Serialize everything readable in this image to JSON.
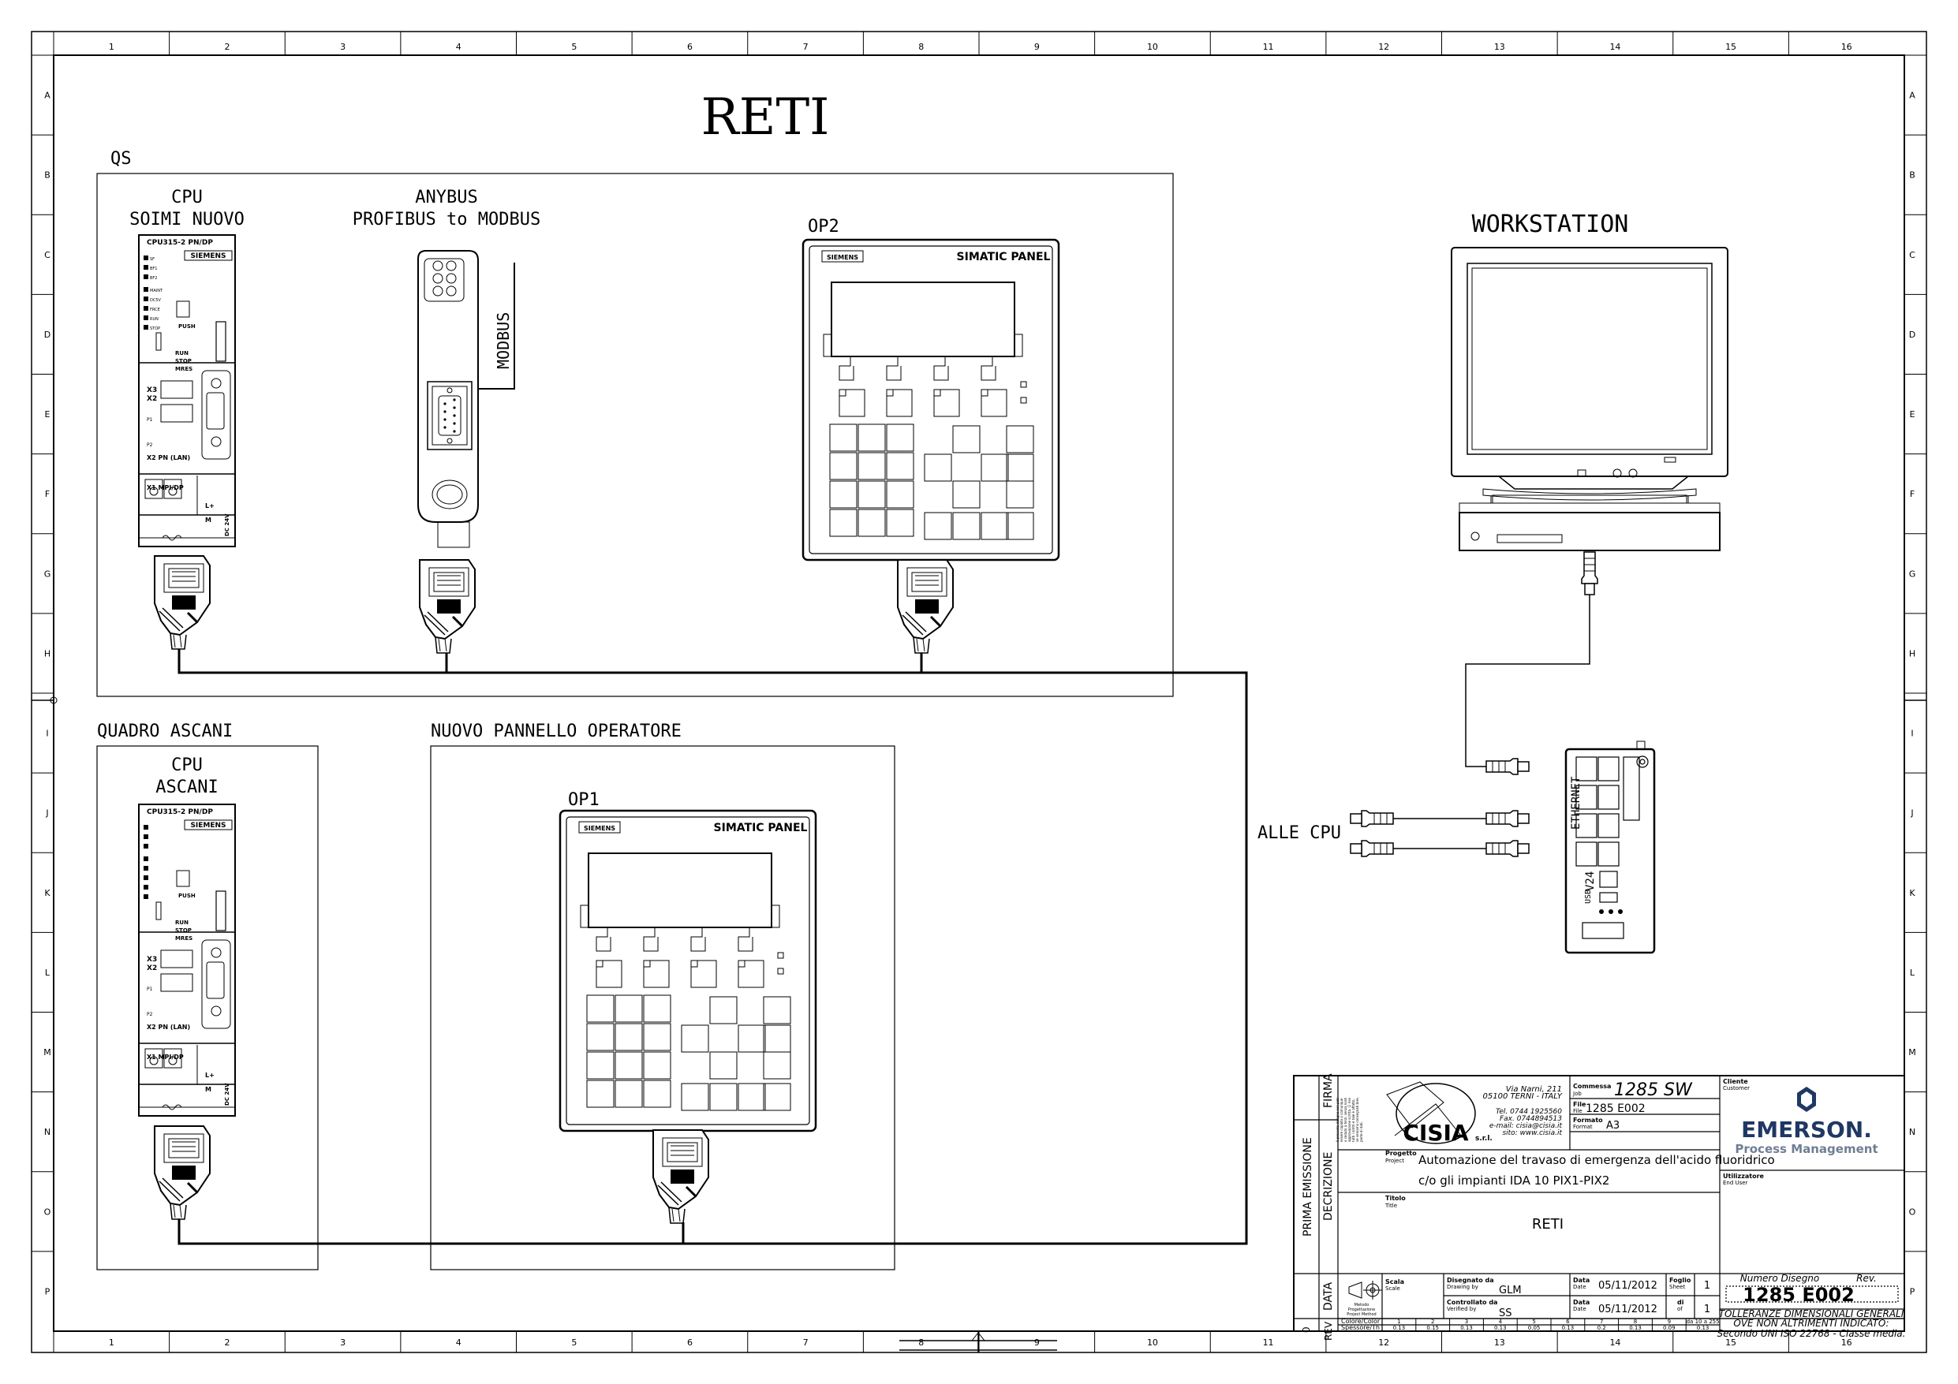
{
  "title": "RETI",
  "grid": {
    "columns": [
      "1",
      "2",
      "3",
      "4",
      "5",
      "6",
      "7",
      "8",
      "9",
      "10",
      "11",
      "12",
      "13",
      "14",
      "15",
      "16"
    ],
    "rows": [
      "A",
      "B",
      "C",
      "D",
      "E",
      "F",
      "G",
      "H",
      "I",
      "J",
      "K",
      "L",
      "M",
      "N",
      "O",
      "P"
    ]
  },
  "groups": {
    "qs": "QS",
    "quadro_ascani": "QUADRO ASCANI",
    "nuovo_pannello": "NUOVO PANNELLO OPERATORE"
  },
  "devices": {
    "cpu1": {
      "label1": "CPU",
      "label2": "SOIMI NUOVO",
      "model": "CPU315-2 PN/DP",
      "brand": "SIEMENS",
      "leds": [
        "SF",
        "BF1",
        "BF2",
        "MAINT",
        "DC5V",
        "FRCE",
        "RUN",
        "STOP"
      ],
      "push": "PUSH",
      "modes": [
        "RUN",
        "STOP",
        "MRES"
      ],
      "ports": [
        "X3",
        "X2",
        "P1",
        "P2",
        "X2 PN (LAN)",
        "X1 MPI/DP",
        "L+",
        "M",
        "DC 24V"
      ]
    },
    "cpu2": {
      "label1": "CPU",
      "label2": "ASCANI",
      "model": "CPU315-2 PN/DP",
      "brand": "SIEMENS",
      "push": "PUSH",
      "modes": [
        "RUN",
        "STOP",
        "MRES"
      ],
      "ports": [
        "X3",
        "X2",
        "P1",
        "P2",
        "X2 PN (LAN)",
        "X1 MPI/DP",
        "L+",
        "M",
        "DC 24V"
      ]
    },
    "anybus": {
      "label1": "ANYBUS",
      "label2": "PROFIBUS to MODBUS",
      "modbus": "MODBUS"
    },
    "op2": {
      "label": "OP2",
      "brand": "SIEMENS",
      "title": "SIMATIC PANEL"
    },
    "op1": {
      "label": "OP1",
      "brand": "SIEMENS",
      "title": "SIMATIC PANEL"
    },
    "workstation": {
      "label": "WORKSTATION"
    },
    "switch": {
      "ethernet": "ETHERNET",
      "v24": "V24",
      "usb": "USB"
    },
    "alle_cpu": "ALLE CPU"
  },
  "title_block": {
    "row_labels": [
      "FIRMA",
      "DECRIZIONE",
      "PRIMA EMISSIONE",
      "DATA",
      "REV"
    ],
    "rev_value": "0",
    "company": {
      "address1": "Via Narni, 211",
      "address2": "05100 TERNI - ITALY",
      "tel": "Tel. 0744 1925560",
      "fax": "Fax. 0744894513",
      "email": "e-mail: cisia@cisia.it",
      "site": "sito: www.cisia.it",
      "logo": "CISIA",
      "logo_suffix": "s.r.l.",
      "disclaimer": "Il presente disegno non potrà essere copiato o comunque usato o ceduto a terzi, senza nostra approvazione scritta. Ci riserviamo tutti i diritti e tale è affatto, anche se veniamo consegnati brevetti di parte di dati."
    },
    "commessa_label": "Commessa",
    "commessa_sub": "Job",
    "commessa": "1285 SW",
    "file_label": "File",
    "file_sub": "File",
    "file": "1285 E002",
    "formato_label": "Formato",
    "formato_sub": "Format",
    "formato": "A3",
    "progetto_label": "Progetto",
    "progetto_sub": "Project",
    "progetto_line1": "Automazione del travaso di emergenza dell'acido fluoridrico",
    "progetto_line2": "c/o gli impianti IDA 10 PIX1-PIX2",
    "titolo_label": "Titolo",
    "titolo_sub": "Title",
    "titolo": "RETI",
    "scala_label": "Scala",
    "scala_sub": "Scale",
    "metodo": "Metodo Progettazione Project Method",
    "disegnato_label": "Disegnato da",
    "disegnato_sub": "Drawing by",
    "disegnato": "GLM",
    "controllato_label": "Controllato da",
    "controllato_sub": "Verified by",
    "controllato": "SS",
    "data_label": "Data",
    "data_sub": "Date",
    "data1": "05/11/2012",
    "data2": "05/11/2012",
    "foglio_label": "Foglio",
    "foglio_sub": "Sheet",
    "foglio": "1",
    "di_label": "di",
    "di_sub": "of",
    "di": "1",
    "colore_label": "Colore/Color",
    "spessore_label": "Spessore/Th",
    "colore_nums": [
      "1",
      "2",
      "3",
      "4",
      "5",
      "6",
      "7",
      "8",
      "9",
      "da 10 a 255"
    ],
    "spessore_vals": [
      "0.13",
      "0.15",
      "0.13",
      "0.13",
      "0.05",
      "0.13",
      "0.2",
      "0.13",
      "0.09",
      "0.13"
    ],
    "cliente_label": "Cliente",
    "cliente_sub": "Customer",
    "cliente_name": "EMERSON.",
    "cliente_sub2": "Process Management",
    "utilizzatore_label": "Utilizzatore",
    "utilizzatore_sub": "End User",
    "numero_disegno_label": "Numero Disegno",
    "rev_label": "Rev.",
    "numero_disegno": "1285 E002",
    "tolleranze1": "TOLLERANZE DIMENSIONALI GENERALI",
    "tolleranze2": "OVE NON ALTRIMENTI INDICATO:",
    "tolleranze3": "Secondo UNI ISO 22768 - Classe media."
  }
}
